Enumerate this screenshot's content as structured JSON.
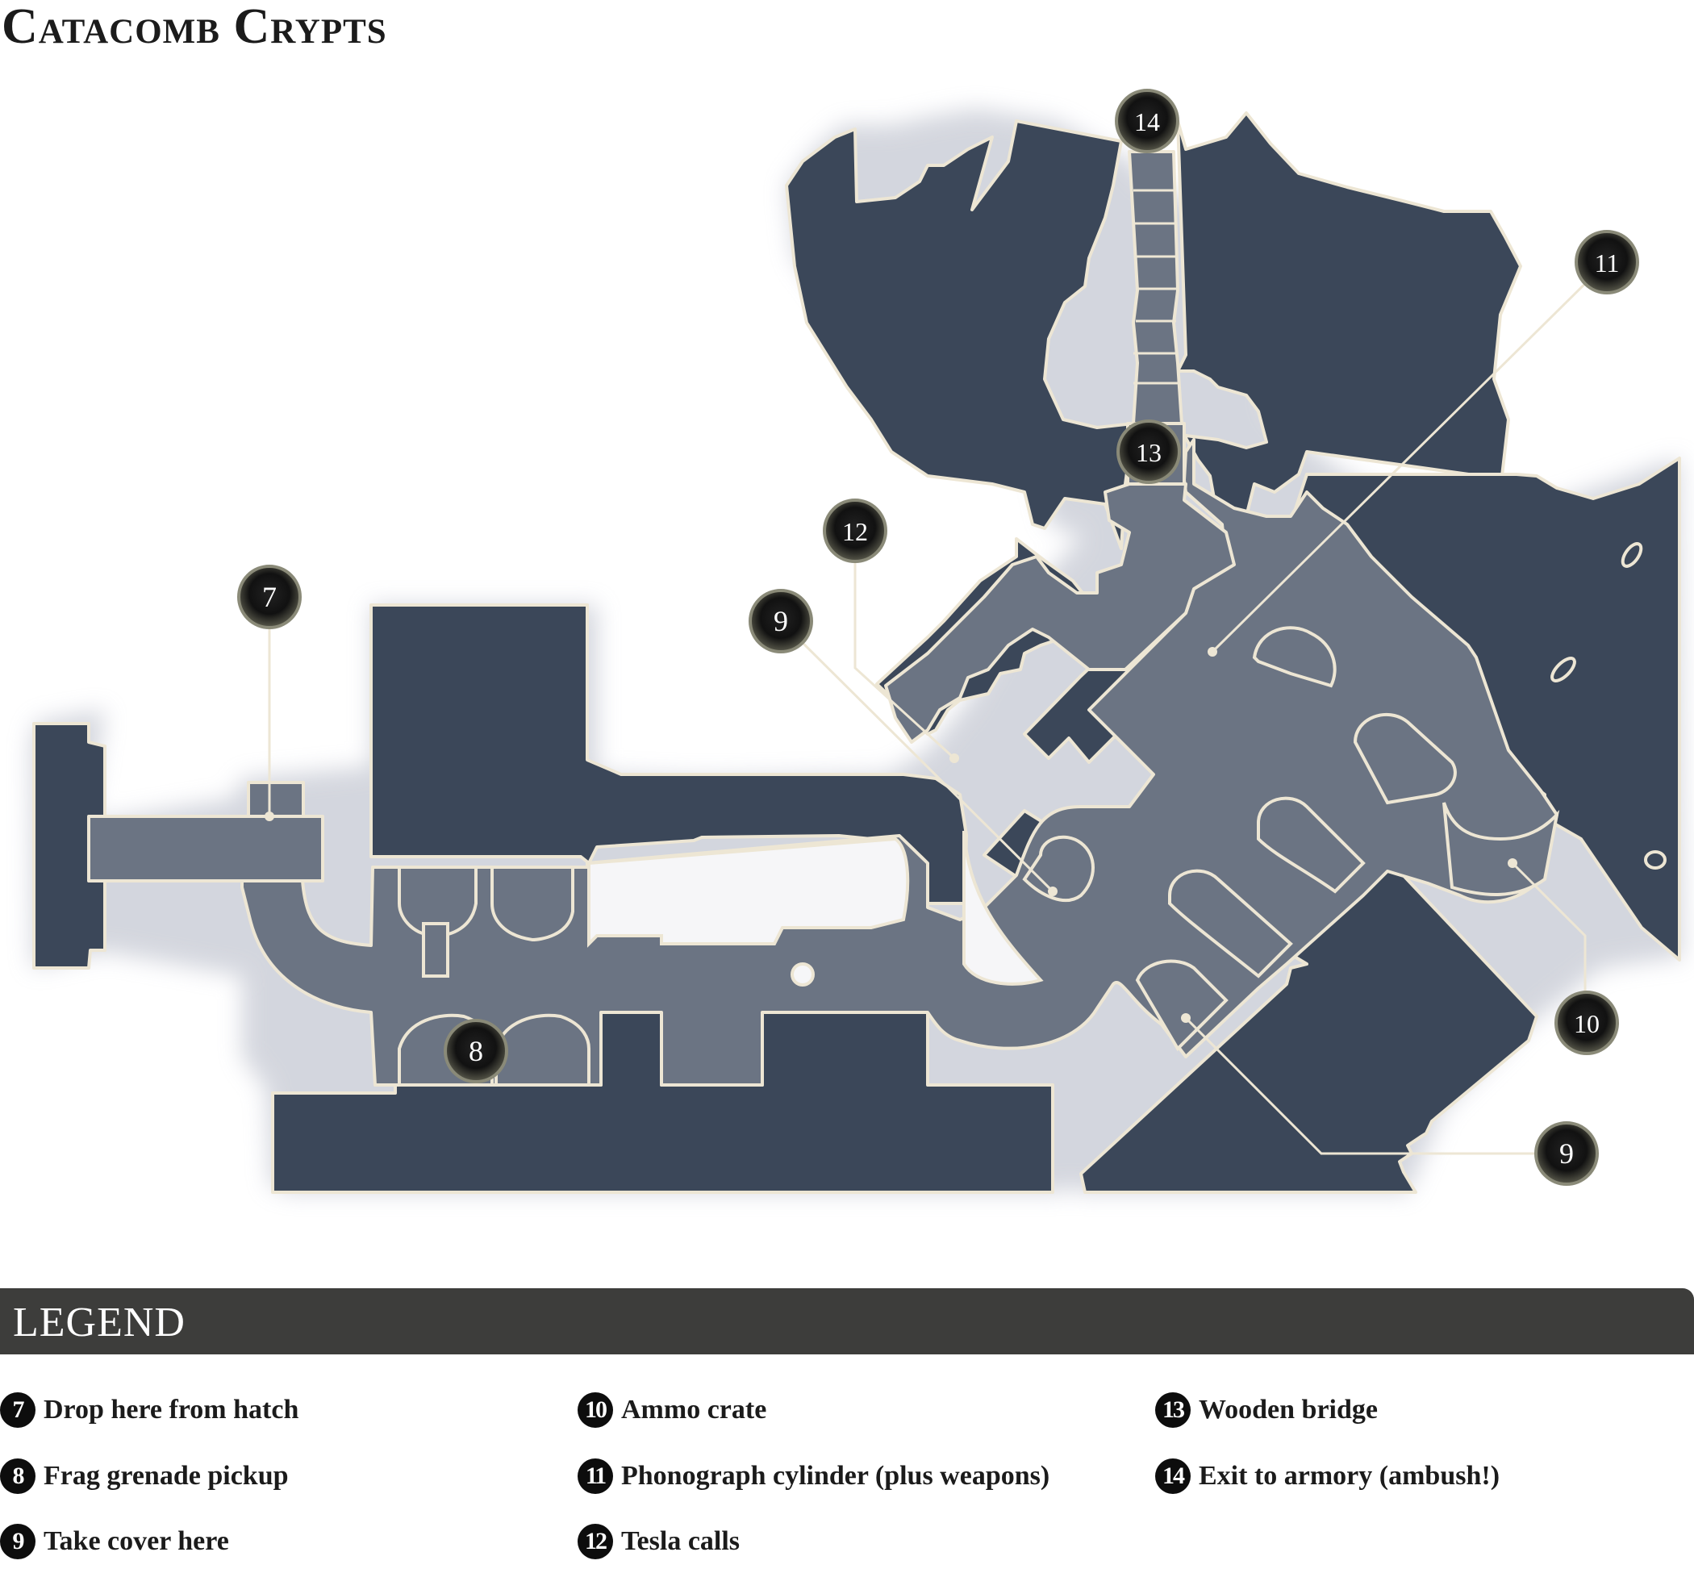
{
  "title": "Catacomb Crypts",
  "legend_title": "LEGEND",
  "markers": {
    "m7": "7",
    "m8": "8",
    "m9a": "9",
    "m9b": "9",
    "m10": "10",
    "m11": "11",
    "m12": "12",
    "m13": "13",
    "m14": "14"
  },
  "legend": [
    {
      "num": "7",
      "text": "Drop here from hatch"
    },
    {
      "num": "8",
      "text": "Frag grenade pickup"
    },
    {
      "num": "9",
      "text": "Take cover here"
    },
    {
      "num": "10",
      "text": "Ammo crate"
    },
    {
      "num": "11",
      "text": "Phonograph cylinder (plus weapons)"
    },
    {
      "num": "12",
      "text": "Tesla calls"
    },
    {
      "num": "13",
      "text": "Wooden bridge"
    },
    {
      "num": "14",
      "text": "Exit to armory (ambush!)"
    }
  ],
  "colors": {
    "wall": "#3b4759",
    "floor": "#6b7483",
    "outline": "#ede6d4",
    "glow": "#c9ccd6",
    "legend_bar": "#3d3d3b",
    "badge": "#0d0d0d"
  }
}
